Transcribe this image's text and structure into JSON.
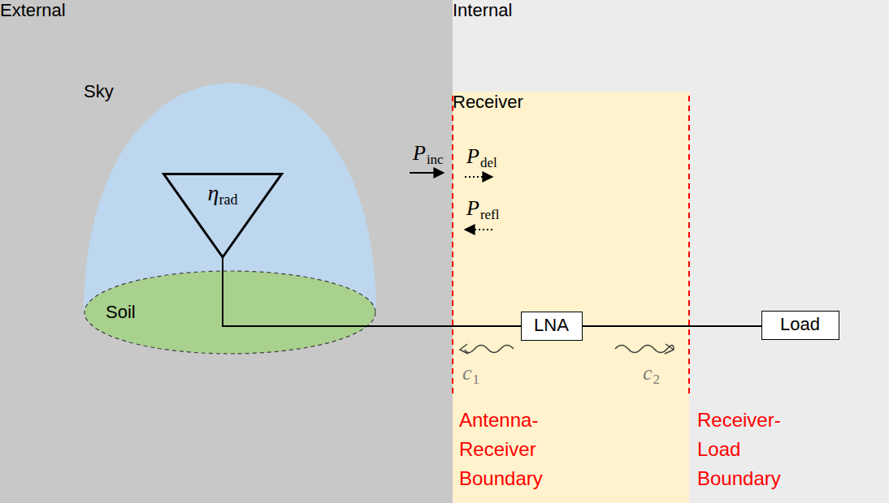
{
  "diagram": {
    "nodes": [
      {
        "text": [
          "External"
        ]
      },
      {
        "text": [
          "Sky"
        ],
        "in": 0
      },
      {
        "text": [
          "η",
          "rad"
        ],
        "in": 1
      },
      {
        "text": [
          "Soil"
        ],
        "in": 0
      },
      {
        "text": [
          "Internal"
        ]
      },
      {
        "text": [
          "Receiver"
        ],
        "in": 4
      },
      {
        "text": [
          "LNA"
        ],
        "in": 5
      },
      {
        "text": [
          "Load"
        ],
        "in": 4
      }
    ],
    "edges": [
      {
        "from": 2,
        "to": 6,
        "arrow": "none"
      },
      {
        "from": 6,
        "to": 7,
        "arrow": "none"
      }
    ],
    "labels": [
      "P",
      "inc",
      "P",
      "del",
      "P",
      "refl",
      "c",
      "1",
      "c",
      "2",
      "Antenna- Receiver Boundary",
      "Receiver- Load Boundary"
    ]
  }
}
